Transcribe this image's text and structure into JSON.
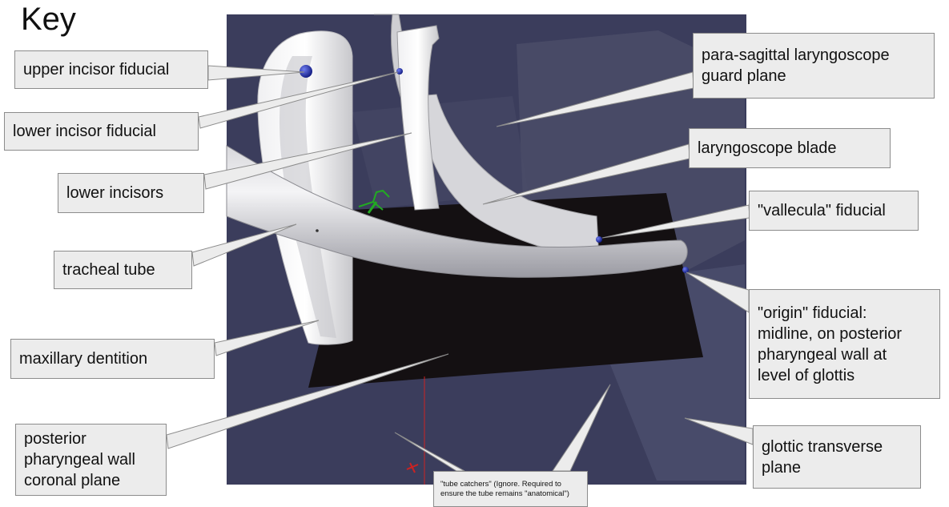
{
  "key_title": "Key",
  "colors": {
    "background_panel": "#3b3d5c",
    "black_plane": "#141012",
    "model_white": "#e6e6e8",
    "fiducial_blue": "#1f2fb8",
    "axis_green": "#22aa22",
    "axis_red": "#cc2222",
    "callout_fill": "#ececec",
    "callout_border": "#8c8c8c"
  },
  "labels": {
    "upper_incisor_fiducial": "upper incisor fiducial",
    "lower_incisor_fiducial": "lower incisor fiducial",
    "lower_incisors": "lower incisors",
    "tracheal_tube": "tracheal tube",
    "maxillary_dentition": "maxillary dentition",
    "posterior_pharyngeal_wall": "posterior\npharyngeal wall\ncoronal plane",
    "para_sagittal_guard_plane": "para-sagittal laryngoscope\nguard plane",
    "laryngoscope_blade": "laryngoscope blade",
    "vallecula_fiducial": "\"vallecula\" fiducial",
    "origin_fiducial": "\"origin\" fiducial:\nmidline, on posterior\npharyngeal wall at\nlevel of glottis",
    "glottic_transverse_plane": "glottic transverse\nplane",
    "tube_catchers": "\"tube catchers\" (Ignore. Required to\nensure the tube remains \"anatomical\")"
  }
}
